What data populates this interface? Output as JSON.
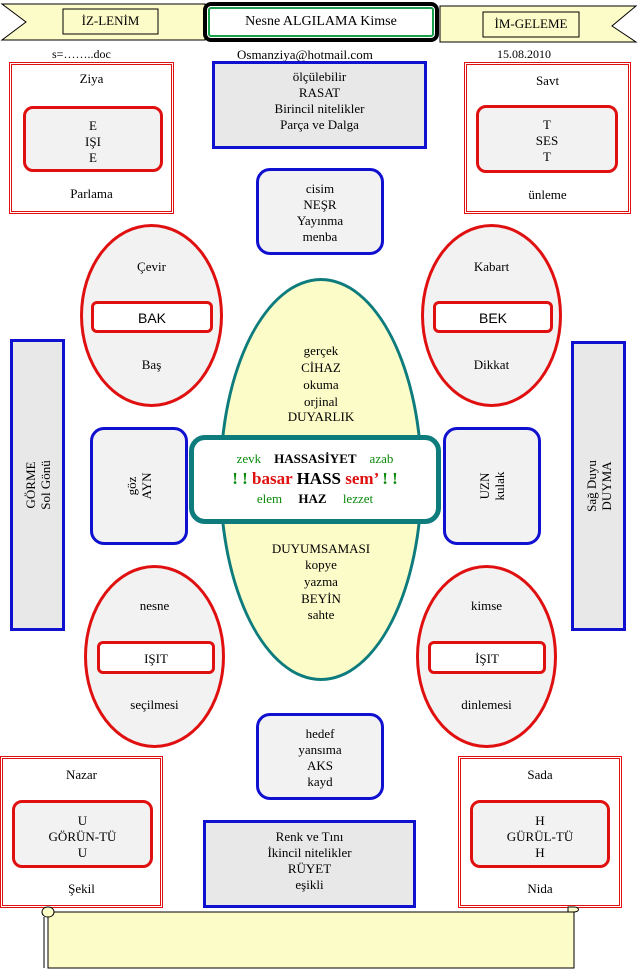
{
  "header": {
    "left_label": "İZ-LENİM",
    "title": "Nesne ALGILAMA Kimse",
    "right_label": "İM-GELEME",
    "file": "s=……..doc",
    "email": "Osmanziya@hotmail.com",
    "date": "15.08.2010"
  },
  "top_left": {
    "top": "Ziya",
    "inner": [
      "E",
      "IŞI",
      "E"
    ],
    "bottom": "Parlama"
  },
  "top_right": {
    "top": "Savt",
    "inner": [
      "T",
      "SES",
      "T"
    ],
    "bottom": "ünleme"
  },
  "top_center": [
    "ölçülebilir",
    "RASAT",
    "Birincil nitelikler",
    "Parça ve Dalga"
  ],
  "upper_mid": [
    "cisim",
    "NEŞR",
    "Yayınma",
    "menba"
  ],
  "oval_tl": {
    "top": "Çevir",
    "inner": "BAK",
    "bottom": "Baş"
  },
  "oval_tr": {
    "top": "Kabart",
    "inner": "BEK",
    "bottom": "Dikkat"
  },
  "oval_bl": {
    "top": "nesne",
    "inner": "IŞIT",
    "bottom": "seçilmesi"
  },
  "oval_br": {
    "top": "kimse",
    "inner": "İŞIT",
    "bottom": "dinlemesi"
  },
  "ellipse_top": [
    "gerçek",
    "CİHAZ",
    "okuma",
    "orjinal",
    "DUYARLIK"
  ],
  "ellipse_bottom": [
    "DUYUMSAMASI",
    "kopye",
    "yazma",
    "BEYİN",
    "sahte"
  ],
  "left_side": [
    "GÖRME",
    "Sol Gönü"
  ],
  "right_side": [
    "Sağ Duyu",
    "DUYMA"
  ],
  "left_inner": [
    "göz",
    "AYN"
  ],
  "right_inner": [
    "UZN",
    "kulak"
  ],
  "center": {
    "row1": {
      "a": "zevk",
      "b": "HASSASİYET",
      "c": "azab"
    },
    "row2": {
      "p1": "! !",
      "a": "basar",
      "b": "HASS",
      "c": "sem’",
      "p2": "! !"
    },
    "row3": {
      "a": "elem",
      "b": "HAZ",
      "c": "lezzet"
    }
  },
  "lower_mid": [
    "hedef",
    "yansıma",
    "AKS",
    "kayd"
  ],
  "bottom_center": [
    "Renk ve Tını",
    "İkincil nitelikler",
    "RÜYET",
    "eşikli"
  ],
  "bottom_left": {
    "top": "Nazar",
    "inner": [
      "U",
      "GÖRÜN-TÜ",
      "U"
    ],
    "bottom": "Şekil"
  },
  "bottom_right": {
    "top": "Sada",
    "inner": [
      "H",
      "GÜRÜL-TÜ",
      "H"
    ],
    "bottom": "Nida"
  },
  "colors": {
    "red": "#e01010",
    "blue": "#1010d0",
    "teal": "#0e7c7c",
    "green": "#0a8a0a",
    "ellipse_fill": "#fcfcc8",
    "scroll_fill": "#fcfcc8"
  }
}
